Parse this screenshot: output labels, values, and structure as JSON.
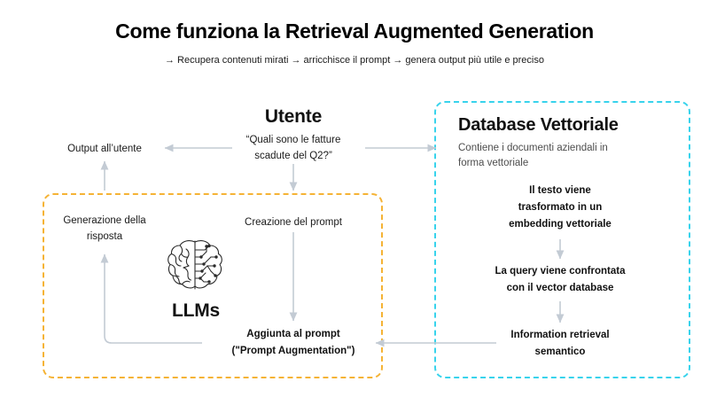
{
  "header": {
    "title": "Come funziona la Retrieval Augmented Generation",
    "subtitle": "→ Recupera contenuti mirati → arricchisce il prompt → genera output più utile e preciso"
  },
  "user": {
    "heading": "Utente",
    "query": "“Quali sono le fatture scadute del Q2?”",
    "query_line1": "“Quali sono le fatture",
    "query_line2": "scadute del Q2?”",
    "output_label": "Output all’utente"
  },
  "llm_box": {
    "border_color": "#F5B335",
    "generation_label": "Generazione della risposta",
    "generation_line1": "Generazione della",
    "generation_line2": "risposta",
    "prompt_creation_label": "Creazione del prompt",
    "augmentation_line1": "Aggiunta al prompt",
    "augmentation_line2": "(\"Prompt Augmentation\")",
    "model_label": "LLMs",
    "icon": "brain-circuit-icon"
  },
  "vector_db": {
    "border_color": "#38D3EC",
    "heading": "Database Vettoriale",
    "description_line1": "Contiene i documenti aziendali in",
    "description_line2": "forma vettoriale",
    "step_embedding_line1": "Il testo viene",
    "step_embedding_line2": "trasformato in un",
    "step_embedding_line3": "embedding vettoriale",
    "step_query_line1": "La query viene confrontata",
    "step_query_line2": "con il vector database",
    "step_retrieval_line1": "Information retrieval",
    "step_retrieval_line2": "semantico"
  },
  "connectors": {
    "color": "#c3cbd4",
    "items": [
      "user-to-vectordb-arrow",
      "user-to-output-arrow",
      "generation-to-output-arrow",
      "user-to-prompt-creation-arrow",
      "prompt-creation-to-augmentation-arrow",
      "llm-response-loop-arrow",
      "embedding-to-query-arrow",
      "query-to-retrieval-arrow",
      "retrieval-to-augmentation-arrow"
    ]
  }
}
